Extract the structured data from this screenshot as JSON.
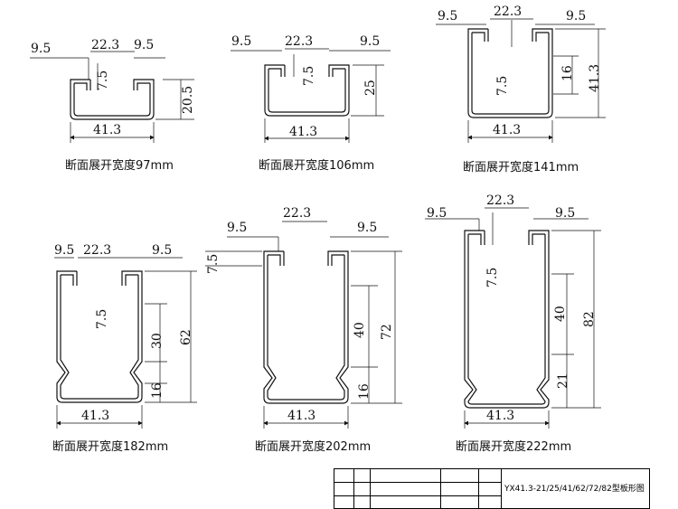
{
  "captions": {
    "p1": "断面展开宽度97mm",
    "p2": "断面展开宽度106mm",
    "p3": "断面展开宽度141mm",
    "p4": "断面展开宽度182mm",
    "p5": "断面展开宽度202mm",
    "p6": "断面展开宽度222mm"
  },
  "dims": {
    "p1": {
      "lip_left": "9.5",
      "opening": "22.3",
      "lip_right": "9.5",
      "lip_depth": "7.5",
      "height": "20.5",
      "width": "41.3"
    },
    "p2": {
      "lip_left": "9.5",
      "opening": "22.3",
      "lip_right": "9.5",
      "lip_depth": "7.5",
      "height": "25",
      "width": "41.3"
    },
    "p3": {
      "lip_left": "9.5",
      "opening": "22.3",
      "lip_right": "9.5",
      "lip_depth": "7.5",
      "step": "16",
      "height": "41.3",
      "width": "41.3"
    },
    "p4": {
      "lip_left": "9.5",
      "opening": "22.3",
      "lip_right": "9.5",
      "lip_depth": "7.5",
      "upper": "30",
      "lower": "16",
      "height": "62",
      "width": "41.3"
    },
    "p5": {
      "lip_left": "9.5",
      "opening": "22.3",
      "lip_right": "9.5",
      "lip_depth": "7.5",
      "upper": "40",
      "lower": "16",
      "height": "72",
      "width": "41.3"
    },
    "p6": {
      "lip_left": "9.5",
      "opening": "22.3",
      "lip_right": "9.5",
      "lip_depth": "7.5",
      "upper": "40",
      "lower": "21",
      "height": "82",
      "width": "41.3"
    }
  },
  "title_block": {
    "drawing_title": "YX41.3-21/25/41/62/72/82型板形图"
  }
}
